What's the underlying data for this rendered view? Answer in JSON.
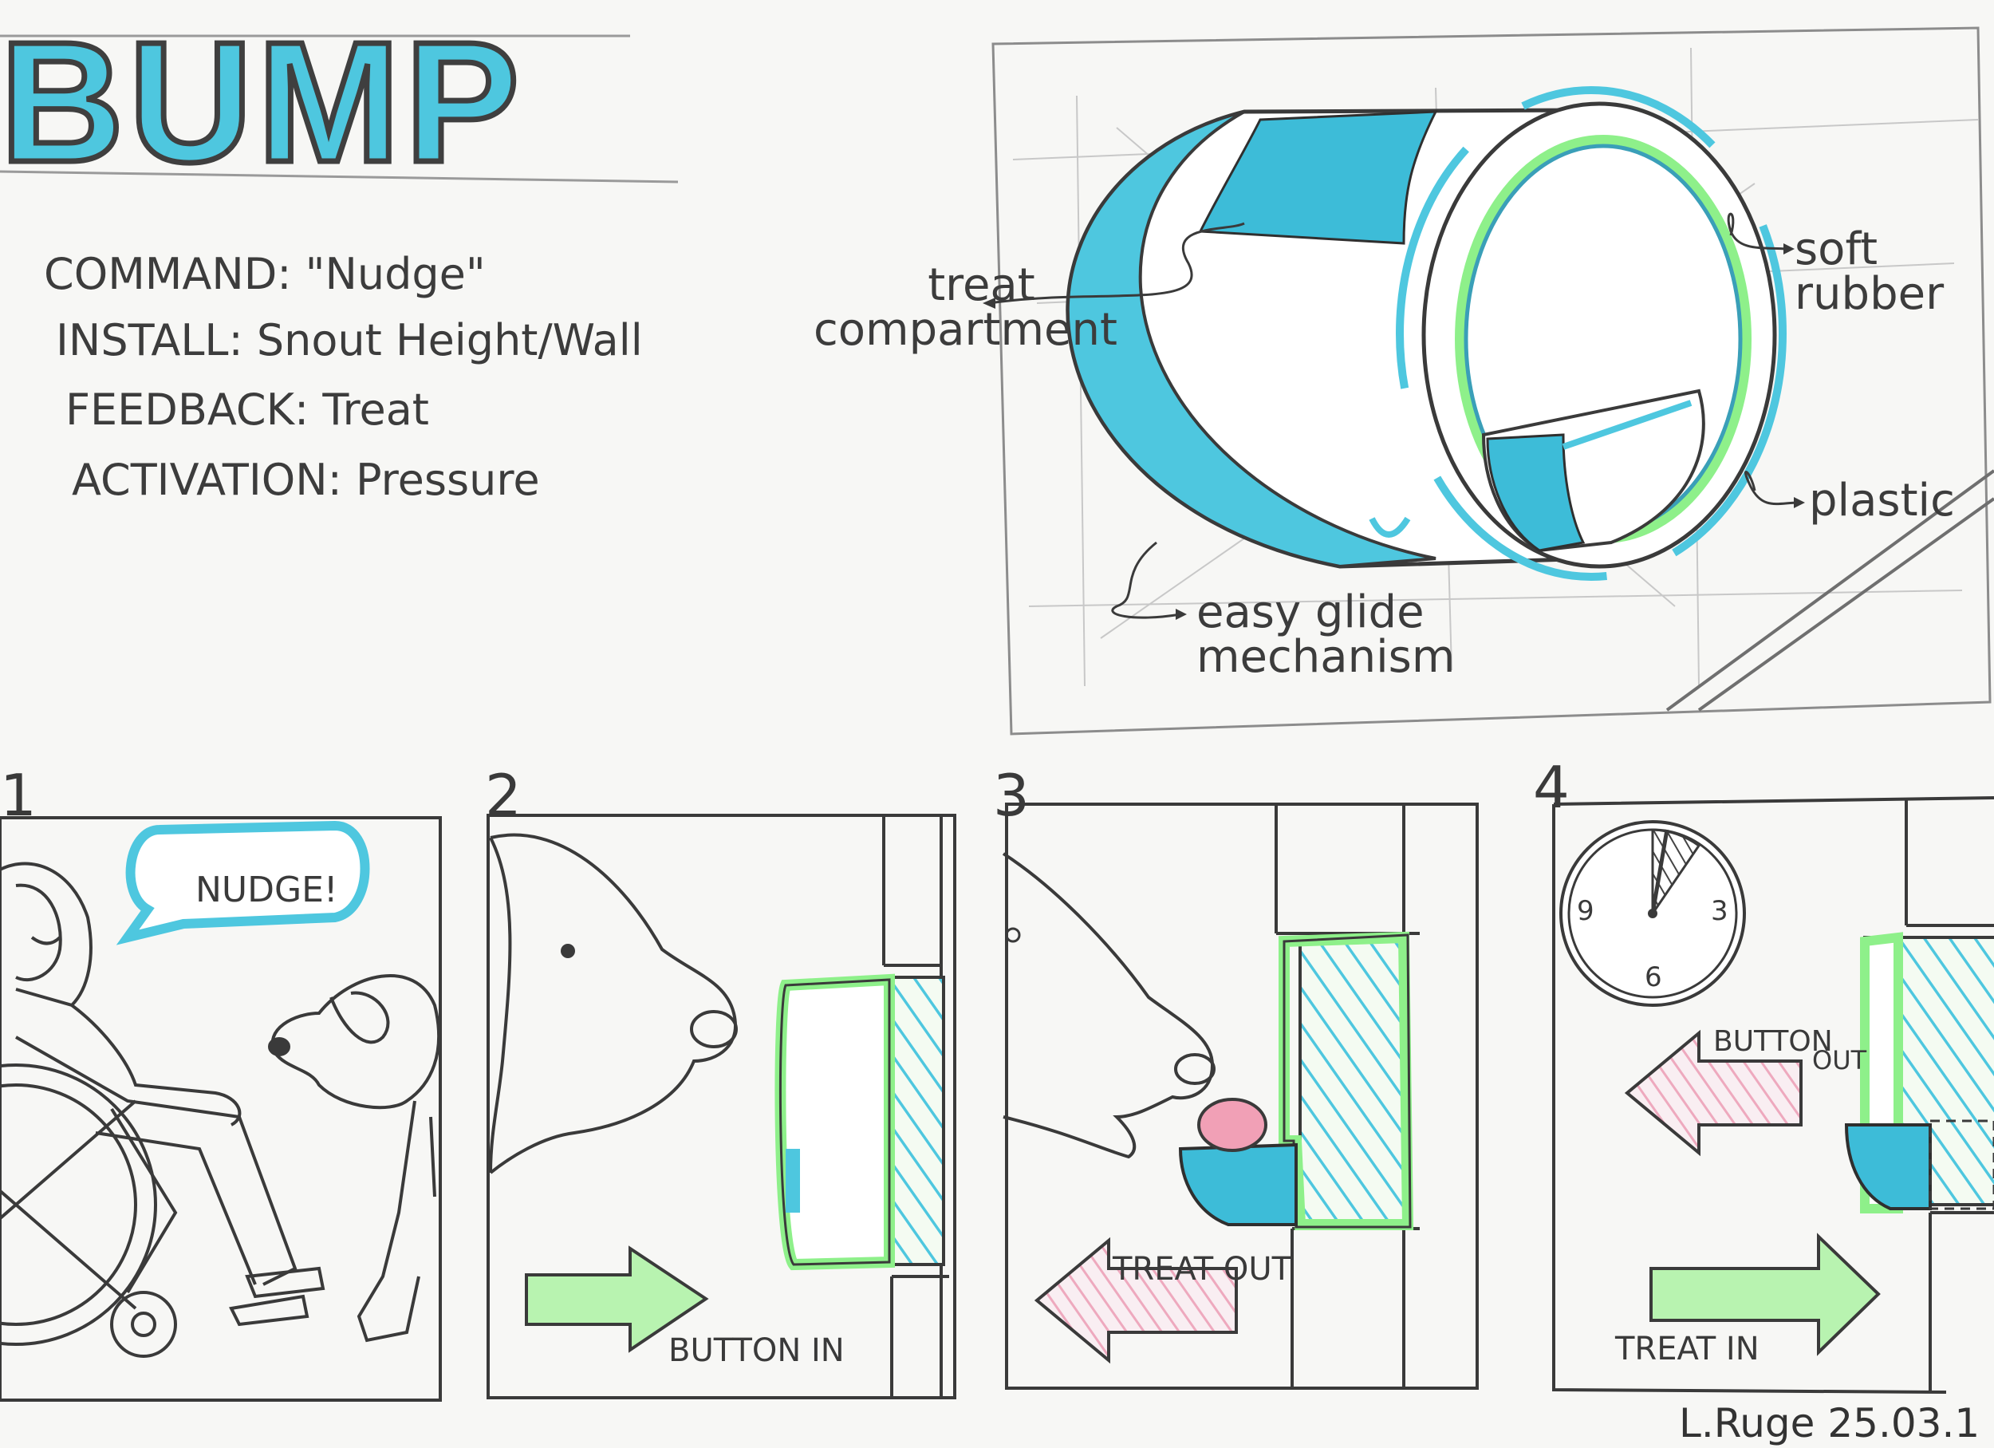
{
  "title": "BUMP",
  "specs": [
    {
      "label": "COMMAND:",
      "value": "\"Nudge\""
    },
    {
      "label": "INSTALL:",
      "value": "Snout Height/Wall"
    },
    {
      "label": "FEEDBACK:",
      "value": "Treat"
    },
    {
      "label": "ACTIVATION:",
      "value": "Pressure"
    }
  ],
  "annotations": {
    "treat_compartment": [
      "treat",
      "compartment"
    ],
    "soft_rubber": [
      "soft",
      "rubber"
    ],
    "plastic": "plastic",
    "glide": [
      "easy glide",
      "mechanism"
    ]
  },
  "panels": [
    {
      "number": "1",
      "speech": "NUDGE!"
    },
    {
      "number": "2",
      "caption": "BUTTON IN"
    },
    {
      "number": "3",
      "caption": "TREAT OUT"
    },
    {
      "number": "4",
      "caption_out_1": "BUTTON",
      "caption_out_2": "OUT",
      "caption_in": "TREAT IN",
      "clock": [
        "9",
        "3",
        "6"
      ]
    }
  ],
  "signature": "L.Ruge 25.03.1",
  "colors": {
    "blue": "#4ec7df",
    "green": "#8ef08a",
    "pink": "#f0b8c8",
    "ink": "#3a3a3a",
    "pencil": "#b8b8b8",
    "paper": "#f7f7f5"
  }
}
